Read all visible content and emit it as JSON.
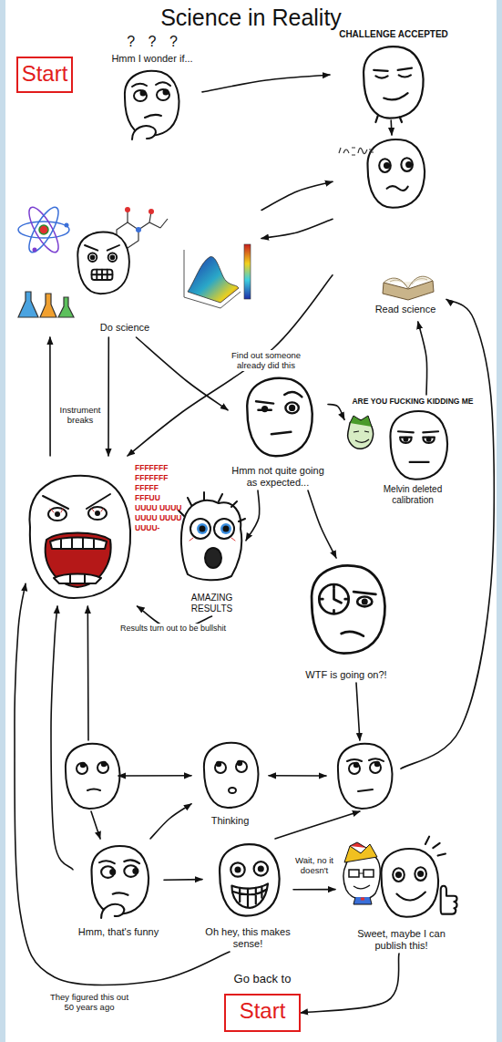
{
  "diagram": {
    "title": "Science in Reality",
    "nodes": [
      {
        "text": [
          "Start"
        ]
      },
      {
        "text": [
          "? ? ?",
          "Hmm I wonder if..."
        ]
      },
      {
        "text": [
          "CHALLENGE ACCEPTED"
        ]
      },
      {
        "text": [
          "Do science"
        ]
      },
      {
        "text": [
          "Read science"
        ]
      },
      {
        "text": [
          "FFFFFFF FFFFFFF FFFFF FFFUU UUUU UUUU UUUU UUUU UUUU-"
        ]
      },
      {
        "text": [
          "Hmm not quite going as expected..."
        ]
      },
      {
        "text": [
          "ARE YOU FUCKING KIDDING ME",
          "Melvin deleted calibration"
        ]
      },
      {
        "text": [
          "AMAZING RESULTS"
        ]
      },
      {
        "text": [
          "WTF is going on?!"
        ]
      },
      {
        "text": []
      },
      {
        "text": [
          "Thinking"
        ]
      },
      {
        "text": []
      },
      {
        "text": [
          "Hmm, that's funny"
        ]
      },
      {
        "text": [
          "Oh hey, this makes sense!"
        ]
      },
      {
        "text": [
          "Sweet, maybe I can publish this!"
        ]
      },
      {
        "text": [
          "Go back to",
          "Start"
        ]
      }
    ],
    "edges": [
      {
        "from": 1,
        "to": 2,
        "arrow": "to"
      },
      {
        "from": 2,
        "to": 4,
        "arrow": "to"
      },
      {
        "from": 3,
        "to": 4,
        "arrow": "to"
      },
      {
        "from": 4,
        "to": 3,
        "arrow": "to"
      },
      {
        "from": 4,
        "to": 5,
        "label": "Find out someone already did this",
        "arrow": "to"
      },
      {
        "from": 3,
        "to": 5,
        "label": "Instrument breaks",
        "arrow": "to"
      },
      {
        "from": 5,
        "to": 3,
        "arrow": "to"
      },
      {
        "from": 3,
        "to": 6,
        "arrow": "to"
      },
      {
        "from": 6,
        "to": 7,
        "arrow": "to"
      },
      {
        "from": 7,
        "to": 4,
        "arrow": "to"
      },
      {
        "from": 6,
        "to": 8,
        "arrow": "to"
      },
      {
        "from": 6,
        "to": 9,
        "arrow": "to"
      },
      {
        "from": 8,
        "to": 5,
        "label": "Results turn out to be bullshit",
        "arrow": "to"
      },
      {
        "from": 9,
        "to": 12,
        "arrow": "to"
      },
      {
        "from": 12,
        "to": 4,
        "arrow": "to"
      },
      {
        "from": 10,
        "to": 11,
        "arrow": "both"
      },
      {
        "from": 11,
        "to": 12,
        "arrow": "both"
      },
      {
        "from": 10,
        "to": 5,
        "arrow": "to"
      },
      {
        "from": 10,
        "to": 13,
        "arrow": "to"
      },
      {
        "from": 13,
        "to": 11,
        "arrow": "to"
      },
      {
        "from": 13,
        "to": 14,
        "arrow": "to"
      },
      {
        "from": 14,
        "to": 12,
        "label": "Wait, no it doesn't",
        "arrow": "to"
      },
      {
        "from": 14,
        "to": 15,
        "arrow": "to"
      },
      {
        "from": 15,
        "to": 16,
        "arrow": "to"
      },
      {
        "from": 13,
        "to": 5,
        "arrow": "to"
      },
      {
        "from": 14,
        "to": 5,
        "label": "They figured this out 50 years ago",
        "arrow": "to"
      }
    ]
  }
}
